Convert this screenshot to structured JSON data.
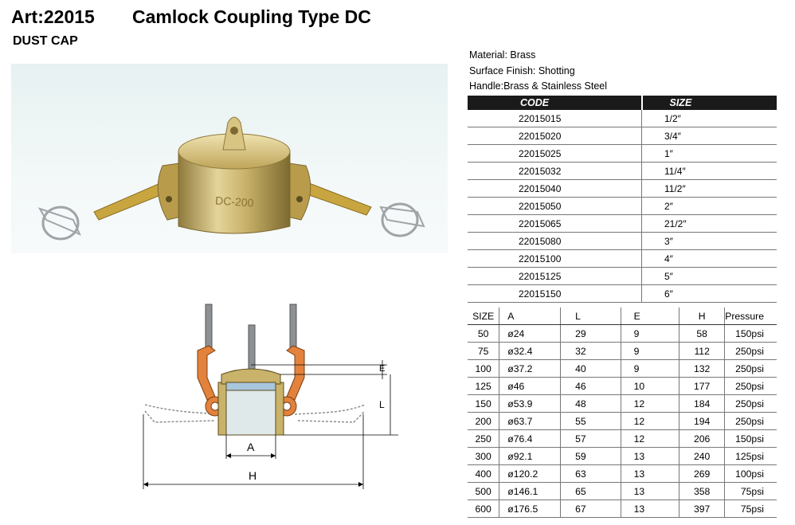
{
  "header": {
    "art_number": "Art:22015",
    "product_name": "Camlock Coupling Type DC",
    "subtitle": "DUST CAP"
  },
  "photo": {
    "engraving": "DC-200"
  },
  "specs": {
    "material": "Material: Brass",
    "surface_finish": "Surface Finish: Shotting",
    "handle": "Handle:Brass & Stainless Steel"
  },
  "code_table": {
    "headers": [
      "CODE",
      "SIZE"
    ],
    "rows": [
      [
        "22015015",
        "1/2″"
      ],
      [
        "22015020",
        "3/4″"
      ],
      [
        "22015025",
        "1″"
      ],
      [
        "22015032",
        "11/4″"
      ],
      [
        "22015040",
        "11/2″"
      ],
      [
        "22015050",
        "2″"
      ],
      [
        "22015065",
        "21/2″"
      ],
      [
        "22015080",
        "3″"
      ],
      [
        "22015100",
        "4″"
      ],
      [
        "22015125",
        "5″"
      ],
      [
        "22015150",
        "6″"
      ]
    ]
  },
  "dim_table": {
    "headers": [
      "SIZE",
      "A",
      "L",
      "E",
      "H",
      "Pressure"
    ],
    "rows": [
      [
        "50",
        "ø24",
        "29",
        "9",
        "58",
        "150psi"
      ],
      [
        "75",
        "ø32.4",
        "32",
        "9",
        "112",
        "250psi"
      ],
      [
        "100",
        "ø37.2",
        "40",
        "9",
        "132",
        "250psi"
      ],
      [
        "125",
        "ø46",
        "46",
        "10",
        "177",
        "250psi"
      ],
      [
        "150",
        "ø53.9",
        "48",
        "12",
        "184",
        "250psi"
      ],
      [
        "200",
        "ø63.7",
        "55",
        "12",
        "194",
        "250psi"
      ],
      [
        "250",
        "ø76.4",
        "57",
        "12",
        "206",
        "150psi"
      ],
      [
        "300",
        "ø92.1",
        "59",
        "13",
        "240",
        "125psi"
      ],
      [
        "400",
        "ø120.2",
        "63",
        "13",
        "269",
        "100psi"
      ],
      [
        "500",
        "ø146.1",
        "65",
        "13",
        "358",
        "75psi"
      ],
      [
        "600",
        "ø176.5",
        "67",
        "13",
        "397",
        "75psi"
      ]
    ]
  },
  "diagram": {
    "label_a": "A",
    "label_h": "H",
    "label_l": "L",
    "label_e": "E"
  },
  "colors": {
    "brass": "#c9b26a",
    "handle_orange": "#e2823c",
    "header_black": "#1a1a1a",
    "photo_bg": "#eef5f5"
  }
}
